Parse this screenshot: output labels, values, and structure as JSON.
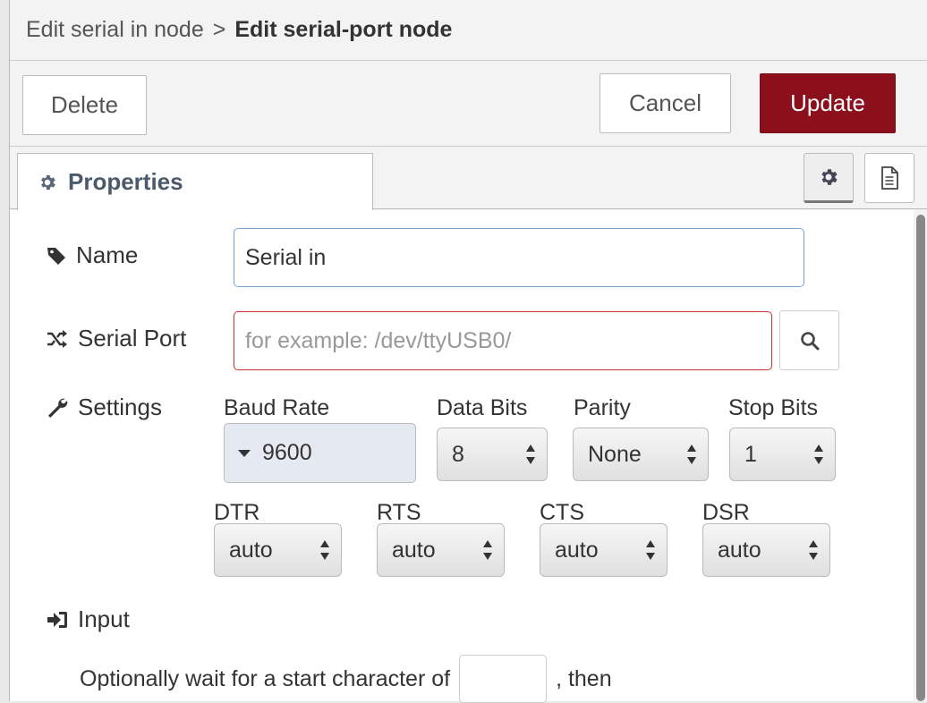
{
  "breadcrumb": {
    "parent": "Edit serial in node",
    "separator": ">",
    "current": "Edit serial-port node"
  },
  "toolbar": {
    "delete_label": "Delete",
    "cancel_label": "Cancel",
    "update_label": "Update"
  },
  "tabs": {
    "properties_label": "Properties"
  },
  "form": {
    "name": {
      "label": "Name",
      "value": "Serial in"
    },
    "serial_port": {
      "label": "Serial Port",
      "value": "",
      "placeholder": "for example: /dev/ttyUSB0/"
    },
    "settings": {
      "label": "Settings",
      "baud_rate": {
        "label": "Baud Rate",
        "value": "9600"
      },
      "data_bits": {
        "label": "Data Bits",
        "value": "8"
      },
      "parity": {
        "label": "Parity",
        "value": "None"
      },
      "stop_bits": {
        "label": "Stop Bits",
        "value": "1"
      },
      "dtr": {
        "label": "DTR",
        "value": "auto"
      },
      "rts": {
        "label": "RTS",
        "value": "auto"
      },
      "cts": {
        "label": "CTS",
        "value": "auto"
      },
      "dsr": {
        "label": "DSR",
        "value": "auto"
      }
    },
    "input": {
      "label": "Input",
      "help_before": "Optionally wait for a start character of",
      "help_after": ", then",
      "start_char_value": ""
    }
  },
  "colors": {
    "update_button": "#8c101c",
    "name_focus_border": "#7aa3d6",
    "port_error_border": "#cc3333",
    "baud_bg": "#e5e9f2"
  }
}
